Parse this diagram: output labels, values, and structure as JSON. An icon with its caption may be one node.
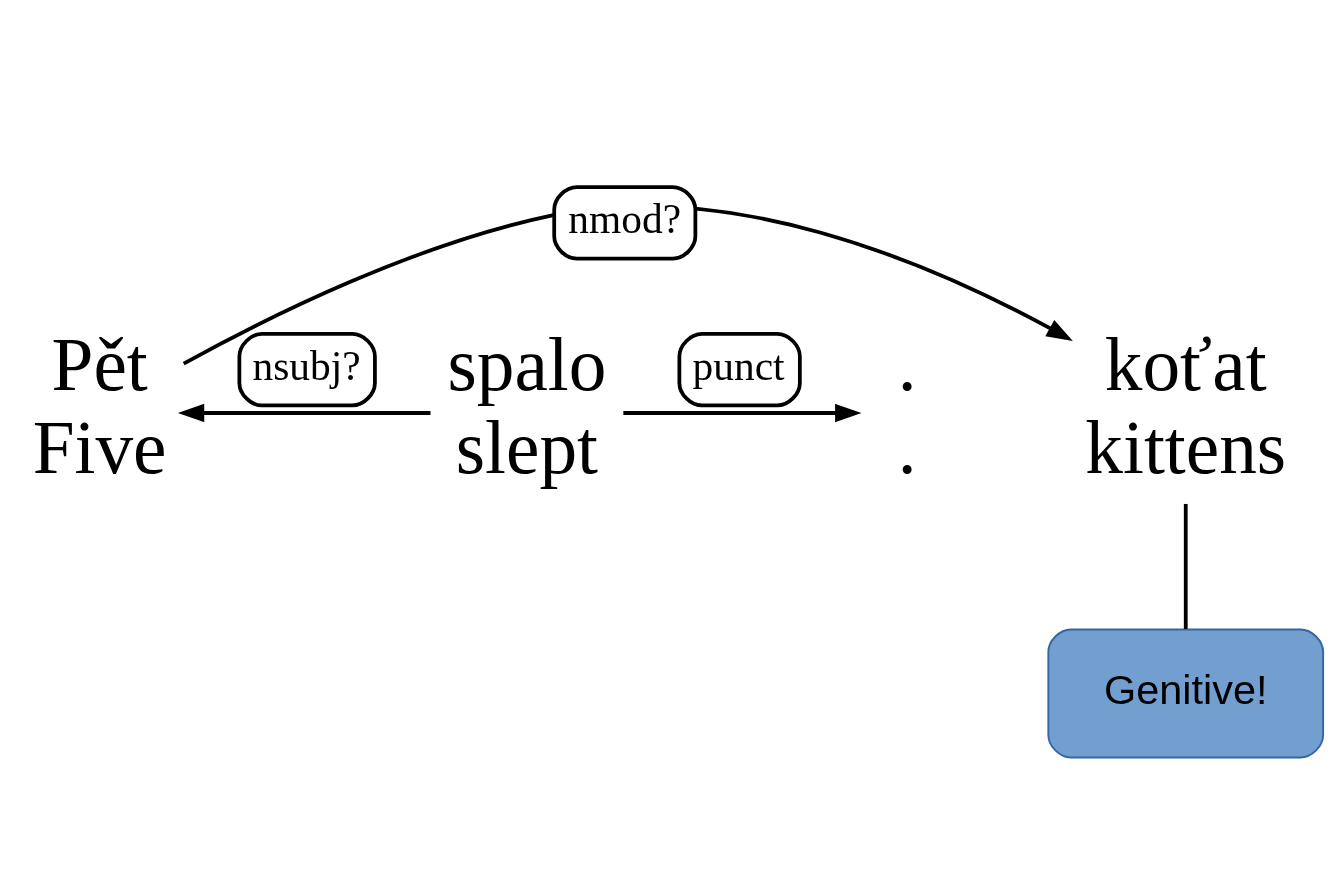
{
  "diagram": {
    "nodes": [
      {
        "text": [
          "Pět",
          "Five"
        ]
      },
      {
        "text": [
          "koťat",
          "kittens"
        ]
      },
      {
        "text": [
          "spalo",
          "slept"
        ]
      },
      {
        "text": [
          ".",
          "."
        ]
      },
      {
        "text": [
          "Genitive!"
        ]
      }
    ],
    "edges": [
      {
        "from": 0,
        "to": 1,
        "arrow": "to",
        "label": "nmod?"
      },
      {
        "from": 2,
        "to": 0,
        "arrow": "to",
        "label": "nsubj?"
      },
      {
        "from": 2,
        "to": 3,
        "arrow": "to",
        "label": "punct"
      },
      {
        "from": 4,
        "to": 1,
        "arrow": "none"
      }
    ]
  }
}
